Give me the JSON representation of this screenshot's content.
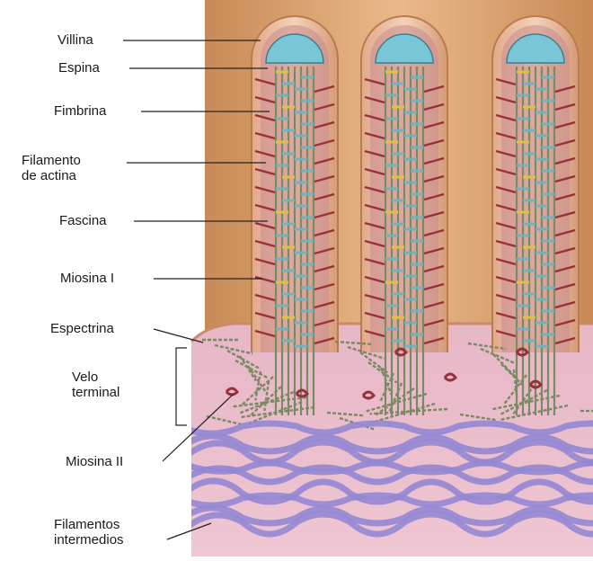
{
  "diagram": {
    "labels": {
      "villina": "Villina",
      "espina": "Espina",
      "fimbrina": "Fimbrina",
      "filamento_actina": [
        "Filamento",
        "de actina"
      ],
      "fascina": "Fascina",
      "miosina_i": "Miosina I",
      "espectrina": "Espectrina",
      "velo_terminal": [
        "Velo",
        "terminal"
      ],
      "miosina_ii": "Miosina II",
      "filamentos_intermedios": [
        "Filamentos",
        "intermedios"
      ]
    },
    "colors": {
      "membrane": "#e8b98f",
      "membrane_edge": "#b97c4c",
      "cytoplasm": "#eab9c9",
      "villus_core": "#c98a90",
      "actin": "#7a8a63",
      "fimbrin": "#6fb3bf",
      "fascin": "#e0c040",
      "myosin_i": "#9a2f3c",
      "villin": "#79c6d6",
      "intermediate_filaments": "#9487d3"
    }
  }
}
